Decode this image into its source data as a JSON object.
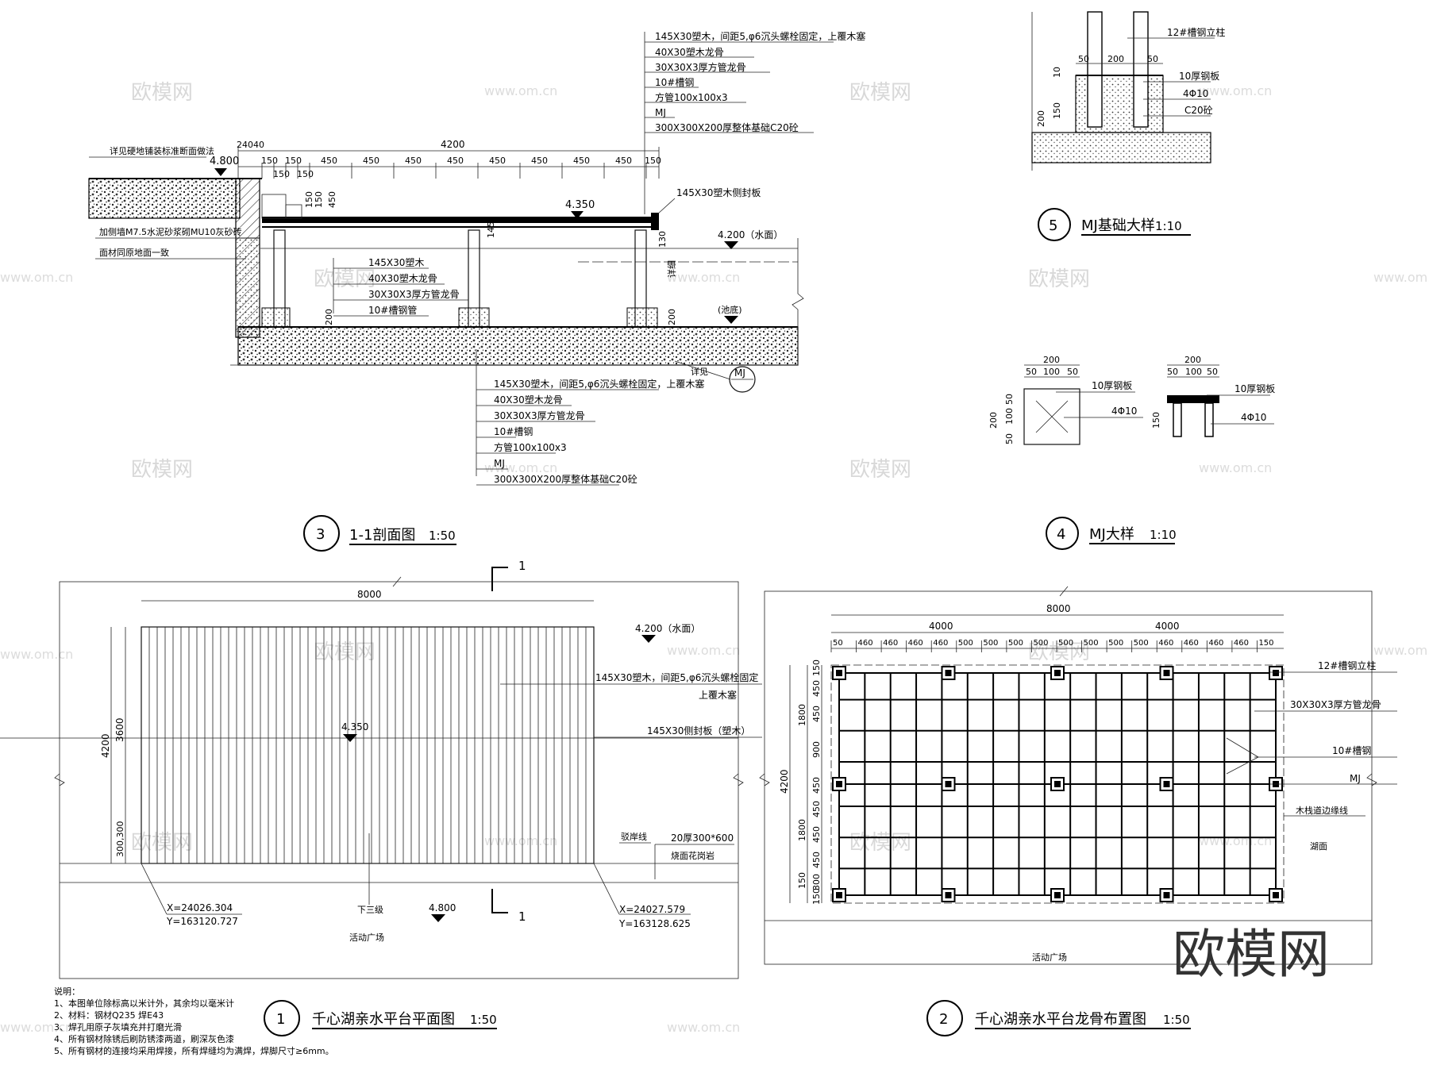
{
  "watermark": {
    "brand": "欧模网",
    "site": "www.om.cn"
  },
  "section_1_1": {
    "title": "1-1剖面图",
    "number": "3",
    "scale": "1:50",
    "top_labels": [
      "145X30塑木，间距5,φ6沉头螺栓固定，上覆木塞",
      "40X30塑木龙骨",
      "30X30X3厚方管龙骨",
      "10#槽钢",
      "方管100x100x3",
      "MJ",
      "300X300X200厚整体基础C20砼"
    ],
    "bottom_labels": [
      "145X30塑木，间距5,φ6沉头螺栓固定，上覆木塞",
      "40X30塑木龙骨",
      "30X30X3厚方管龙骨",
      "10#槽钢",
      "方管100x100x3",
      "MJ",
      "300X300X200厚整体基础C20砼"
    ],
    "mid_labels": [
      "145X30塑木",
      "40X30塑木龙骨",
      "30X30X3厚方管龙骨",
      "10#槽钢管"
    ],
    "left_note_1": "详见硬地铺装标准断面做法",
    "left_note_2": "加侧墙M7.5水泥砂浆砌MU10灰砂砖",
    "left_note_3": "面材同原地面一致",
    "elev_ground": "4.800",
    "elev_deck": "4.350",
    "elev_water": "4.200（水面）",
    "elev_bottom": "(池底)",
    "edge_note": "145X30塑木侧封板",
    "dim_total": "4200",
    "dim_top_left": "24040",
    "dims": [
      "150",
      "150",
      "150",
      "150",
      "450",
      "450",
      "450",
      "450",
      "450",
      "450",
      "450",
      "450",
      "150"
    ],
    "dim_vertical": [
      "150",
      "150",
      "450",
      "145",
      "130",
      "200",
      "200"
    ],
    "detail_ref": "详见",
    "mj_ref": "MJ",
    "dim_side": "详细"
  },
  "detail_5": {
    "title": "MJ基础大样",
    "number": "5",
    "scale": "1:10",
    "labels": [
      "12#槽钢立柱",
      "10厚钢板",
      "4Φ10",
      "C20砼"
    ],
    "dims_top": [
      "50",
      "200",
      "50"
    ],
    "dims_side": [
      "200",
      "150",
      "10"
    ]
  },
  "detail_4": {
    "title": "MJ大样",
    "number": "4",
    "scale": "1:10",
    "labels_left": [
      "10厚钢板",
      "4Φ10"
    ],
    "labels_right": [
      "10厚钢板",
      "4Φ10"
    ],
    "dims_top": [
      "200",
      "50",
      "100",
      "50"
    ],
    "dims_side": [
      "200",
      "50",
      "100",
      "50"
    ],
    "dim_right_side": "150"
  },
  "plan_1": {
    "title": "千心湖亲水平台平面图",
    "number": "1",
    "scale": "1:50",
    "section_mark": "1",
    "dim_width": "8000",
    "dim_height": "4200",
    "dim_inner": "3600",
    "dim_bottom": "300,300",
    "elev_water": "4.200（水面）",
    "elev_deck": "4.350",
    "elev_ground": "4.800",
    "label_board": "145X30塑木，间距5,φ6沉头螺栓固定",
    "label_board_2": "上覆木塞",
    "label_side": "145X30侧封板（塑木）",
    "label_edge": "驳岸线",
    "label_paving": "20厚300*600",
    "label_paving_2": "烧面花岗岩",
    "label_steps": "下三级",
    "label_plaza": "活动广场",
    "coord_left_x": "X=24026.304",
    "coord_left_y": "Y=163120.727",
    "coord_right_x": "X=24027.579",
    "coord_right_y": "Y=163128.625"
  },
  "plan_2": {
    "title": "千心湖亲水平台龙骨布置图",
    "number": "2",
    "scale": "1:50",
    "dim_total": "8000",
    "dim_half_left": "4000",
    "dim_half_right": "4000",
    "dims_top": [
      "50",
      "460",
      "460",
      "460",
      "460",
      "500",
      "500",
      "500",
      "500",
      "500",
      "500",
      "500",
      "500",
      "460",
      "460",
      "460",
      "460",
      "150"
    ],
    "dim_height": "4200",
    "dims_side": [
      "150",
      "450",
      "450",
      "1800",
      "900",
      "450",
      "450",
      "1800",
      "450",
      "450",
      "150",
      "300",
      "150"
    ],
    "labels": [
      "12#槽钢立柱",
      "30X30X3厚方管龙骨",
      "10#槽钢",
      "MJ",
      "木栈道边缘线"
    ],
    "label_lake": "湖面",
    "label_plaza": "活动广场"
  },
  "notes": {
    "heading": "说明：",
    "items": [
      "1、本图单位除标高以米计外，其余均以毫米计",
      "2、材料：钢材Q235  焊E43",
      "3、焊孔用原子灰填充并打磨光滑",
      "4、所有钢材除锈后刷防锈漆两道，刷深灰色漆",
      "5、所有钢材的连接均采用焊接，所有焊缝均为满焊，焊脚尺寸≥6mm。"
    ]
  }
}
